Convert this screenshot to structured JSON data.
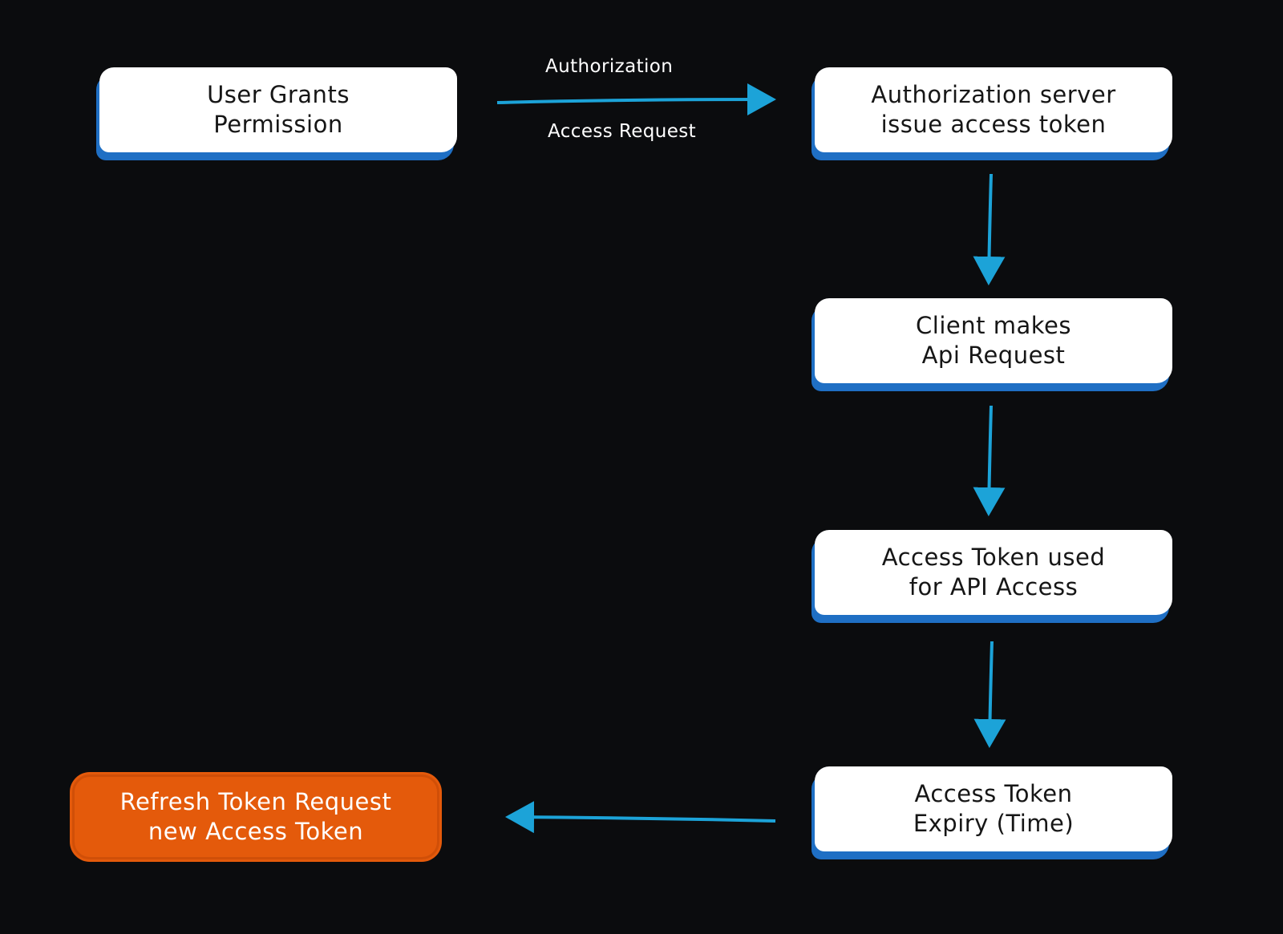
{
  "colors": {
    "background": "#0b0c0e",
    "box_fill": "#ffffff",
    "box_shadow": "#1f6fc4",
    "highlight_box": "#e45a0b",
    "arrow": "#1ca3d8"
  },
  "nodes": {
    "user_grants": {
      "line1": "User Grants",
      "line2": "Permission"
    },
    "auth_server": {
      "line1": "Authorization server",
      "line2": "issue access token"
    },
    "client_request": {
      "line1": "Client makes",
      "line2": "Api Request"
    },
    "token_used": {
      "line1": "Access Token used",
      "line2": "for API Access"
    },
    "token_expiry": {
      "line1": "Access Token",
      "line2": "Expiry (Time)"
    },
    "refresh_token": {
      "line1": "Refresh Token Request",
      "line2": "new Access Token"
    }
  },
  "edges": {
    "grant_to_server": {
      "label_top": "Authorization",
      "label_bottom": "Access Request"
    }
  }
}
